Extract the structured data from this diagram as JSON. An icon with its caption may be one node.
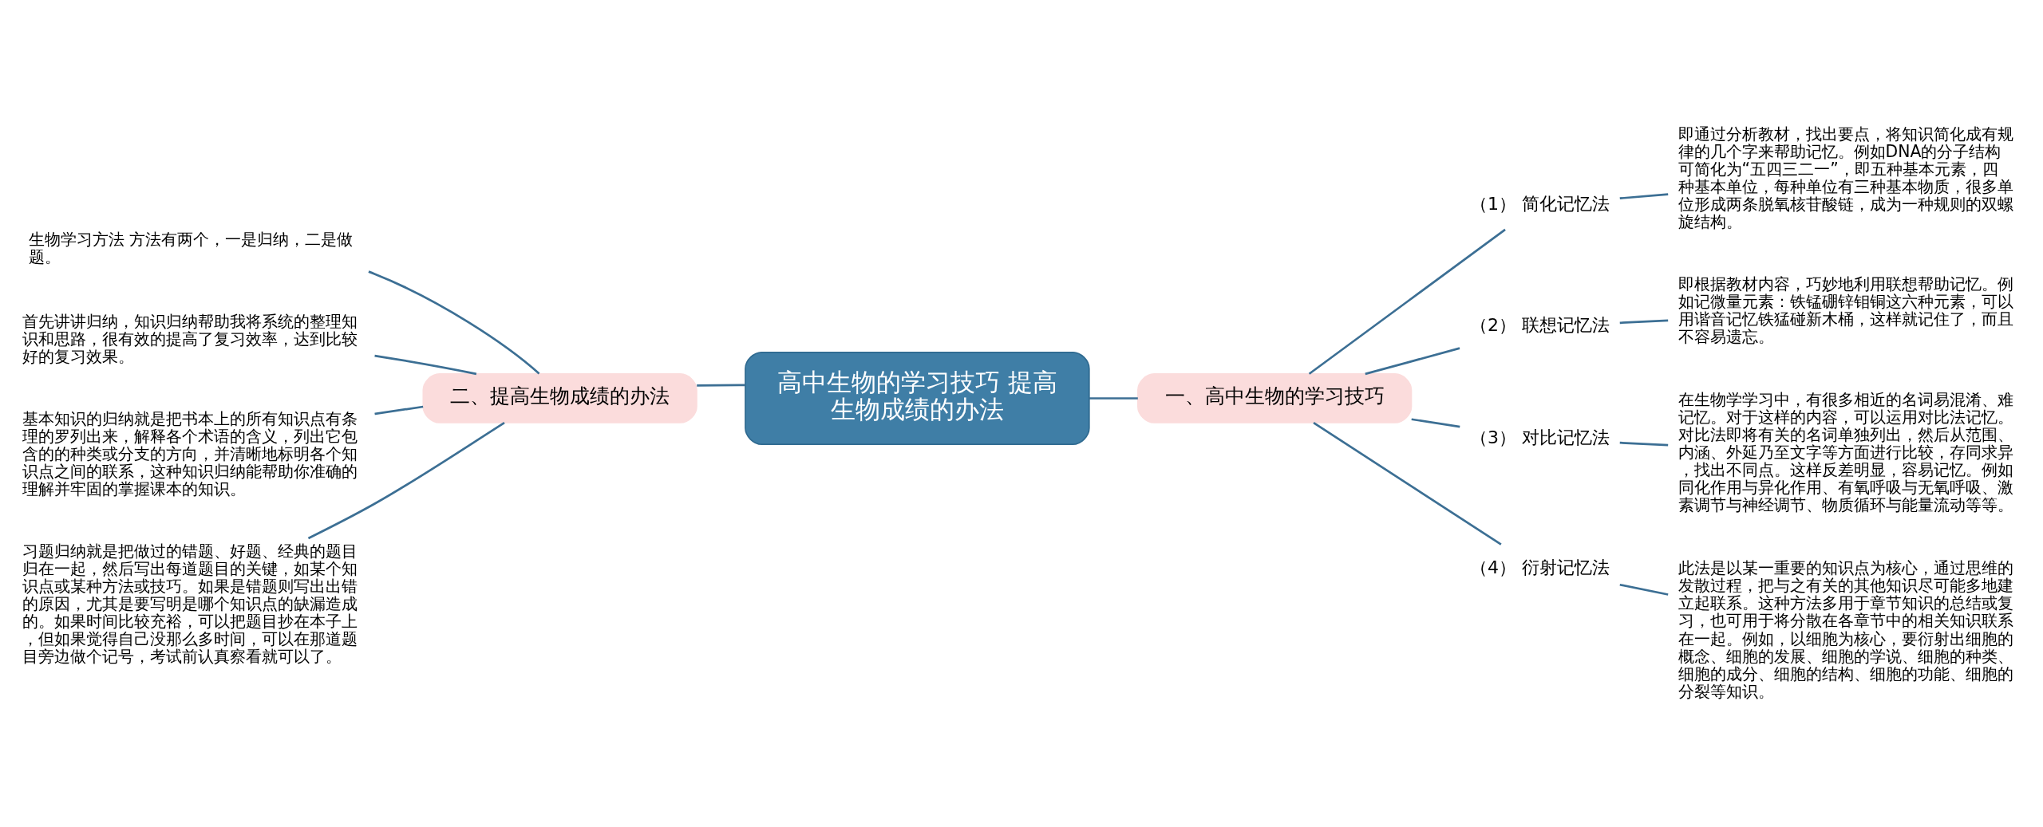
{
  "diagram": {
    "nodes": [
      {
        "text": [
          "高中生物的学习技巧 提高生物成绩的办法"
        ]
      },
      {
        "text": [
          "一、高中生物的学习技巧"
        ]
      },
      {
        "text": [
          "（1） 简化记忆法"
        ]
      },
      {
        "text": [
          "即通过分析教材，找出要点，将知识简化成有规律的几个字来帮助记忆。例如DNA的分子结构可简化为“五四三二一”，即五种基本元素，四种基本单位，每种单位有三种基本物质，很多单位形成两条脱氧核苷酸链，成为一种规则的双螺旋结构。"
        ]
      },
      {
        "text": [
          "（2） 联想记忆法"
        ]
      },
      {
        "text": [
          "即根据教材内容，巧妙地利用联想帮助记忆。例如记微量元素：铁锰硼锌钼铜这六种元素，可以用谐音记忆铁猛碰新木桶，这样就记住了，而且不容易遗忘。"
        ]
      },
      {
        "text": [
          "（3） 对比记忆法"
        ]
      },
      {
        "text": [
          "在生物学学习中，有很多相近的名词易混淆、难记忆。对于这样的内容，可以运用对比法记忆。对比法即将有关的名词单独列出，然后从范围、内涵、外延乃至文字等方面进行比较，存同求异，找出不同点。这样反差明显，容易记忆。例如同化作用与异化作用、有氧呼吸与无氧呼吸、激素调节与神经调节、物质循环与能量流动等等。"
        ]
      },
      {
        "text": [
          "（4） 衍射记忆法"
        ]
      },
      {
        "text": [
          "此法是以某一重要的知识点为核心，通过思维的发散过程，把与之有关的其他知识尽可能多地建立起联系。这种方法多用于章节知识的总结或复习，也可用于将分散在各章节中的相关知识联系在一起。例如，以细胞为核心，要衍射出细胞的概念、细胞的发展、细胞的学说、细胞的种类、细胞的成分、细胞的结构、细胞的功能、细胞的分裂等知识。"
        ]
      },
      {
        "text": [
          "二、提高生物成绩的办法"
        ]
      },
      {
        "text": [
          "生物学习方法 方法有两个，一是归纳，二是做题。"
        ]
      },
      {
        "text": [
          "首先讲讲归纳，知识归纳帮助我将系统的整理知识和思路，很有效的提高了复习效率，达到比较好的复习效果。"
        ]
      },
      {
        "text": [
          "基本知识的归纳就是把书本上的所有知识点有条理的罗列出来，解释各个术语的含义，列出它包含的的种类或分支的方向，并清晰地标明各个知识点之间的联系，这种知识归纳能帮助你准确的理解并牢固的掌握课本的知识。"
        ]
      },
      {
        "text": [
          "习题归纳就是把做过的错题、好题、经典的题目归在一起，然后写出每道题目的关键，如某个知识点或某种方法或技巧。如果是错题则写出出错的原因，尤其是要写明是哪个知识点的缺漏造成的。如果时间比较充裕，可以把题目抄在本子上，但如果觉得自己没那么多时间，可以在那道题目旁边做个记号，考试前认真察看就可以了。"
        ]
      }
    ],
    "edges": [
      {
        "from": 0,
        "to": 1,
        "arrow": "none"
      },
      {
        "from": 1,
        "to": 2,
        "arrow": "none"
      },
      {
        "from": 2,
        "to": 3,
        "arrow": "none"
      },
      {
        "from": 1,
        "to": 4,
        "arrow": "none"
      },
      {
        "from": 4,
        "to": 5,
        "arrow": "none"
      },
      {
        "from": 1,
        "to": 6,
        "arrow": "none"
      },
      {
        "from": 6,
        "to": 7,
        "arrow": "none"
      },
      {
        "from": 1,
        "to": 8,
        "arrow": "none"
      },
      {
        "from": 8,
        "to": 9,
        "arrow": "none"
      },
      {
        "from": 0,
        "to": 10,
        "arrow": "none"
      },
      {
        "from": 10,
        "to": 11,
        "arrow": "none"
      },
      {
        "from": 10,
        "to": 12,
        "arrow": "none"
      },
      {
        "from": 10,
        "to": 13,
        "arrow": "none"
      },
      {
        "from": 10,
        "to": 14,
        "arrow": "none"
      }
    ]
  }
}
